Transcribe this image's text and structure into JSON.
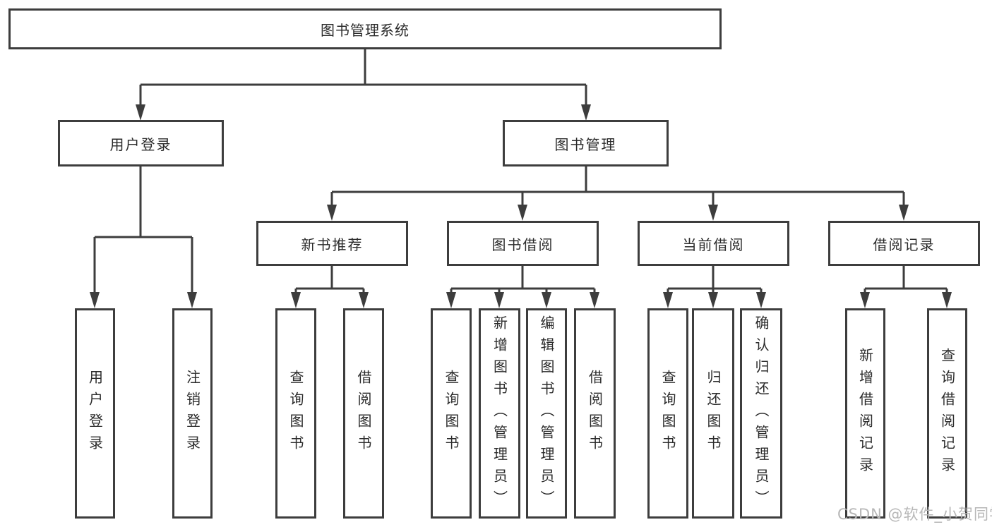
{
  "colors": {
    "line": "#3d3d3d",
    "text": "#2b2b2b",
    "background": "#ffffff",
    "watermark": "#b7b7b7"
  },
  "tree": {
    "root": "图书管理系统",
    "children": [
      {
        "label": "用户登录",
        "children": [
          "用户登录",
          "注销登录"
        ]
      },
      {
        "label": "图书管理",
        "children": [
          {
            "label": "新书推荐",
            "children": [
              "查询图书",
              "借阅图书"
            ]
          },
          {
            "label": "图书借阅",
            "children": [
              "查询图书",
              "新增图书（管理员）",
              "编辑图书（管理员）",
              "借阅图书"
            ]
          },
          {
            "label": "当前借阅",
            "children": [
              "查询图书",
              "归还图书",
              "确认归还（管理员）"
            ]
          },
          {
            "label": "借阅记录",
            "children": [
              "新增借阅记录",
              "查询借阅记录"
            ]
          }
        ]
      }
    ]
  },
  "watermark": {
    "text": "CSDN @软件_小贺同学"
  }
}
